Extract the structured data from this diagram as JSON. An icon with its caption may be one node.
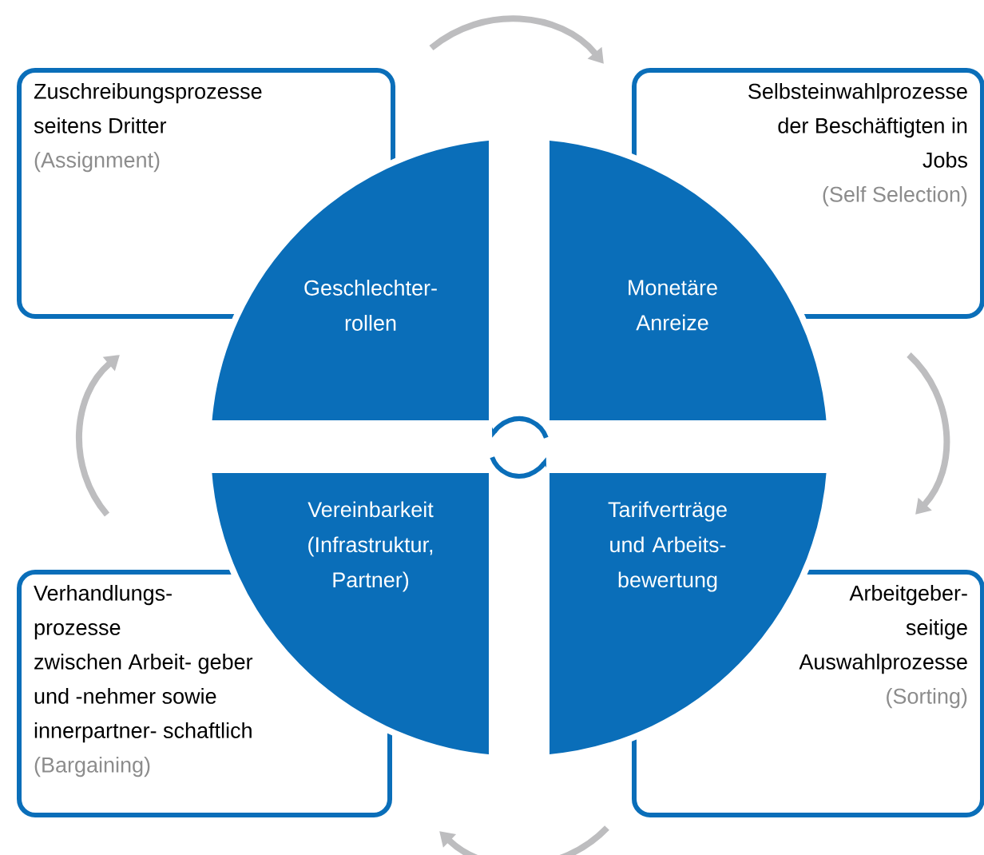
{
  "diagram": {
    "nodes": [
      {
        "text": [
          "Zuschreibungsprozesse seitens Dritter",
          "(Assignment)"
        ]
      },
      {
        "text": [
          "Selbsteinwahlprozesse der Beschäftigten in Jobs",
          "(Self Selection)"
        ]
      },
      {
        "text": [
          "Arbeitgeber- seitige Auswahlprozesse",
          "(Sorting)"
        ]
      },
      {
        "text": [
          "Verhandlungs- prozesse zwischen Arbeit- geber und -nehmer sowie innerpartner- schaftlich",
          "(Bargaining)"
        ]
      },
      {
        "text": [
          "Geschlechter- rollen"
        ]
      },
      {
        "text": [
          "Monetäre Anreize"
        ]
      },
      {
        "text": [
          "Vereinbarkeit (Infrastruktur, Partner)"
        ]
      },
      {
        "text": [
          "Tarifverträge und Arbeits- bewertung"
        ]
      }
    ],
    "edges": [
      {
        "from": 0,
        "to": 1,
        "arrow": "to"
      },
      {
        "from": 1,
        "to": 2,
        "arrow": "to"
      },
      {
        "from": 2,
        "to": 3,
        "arrow": "to"
      },
      {
        "from": 3,
        "to": 0,
        "arrow": "to"
      }
    ]
  }
}
